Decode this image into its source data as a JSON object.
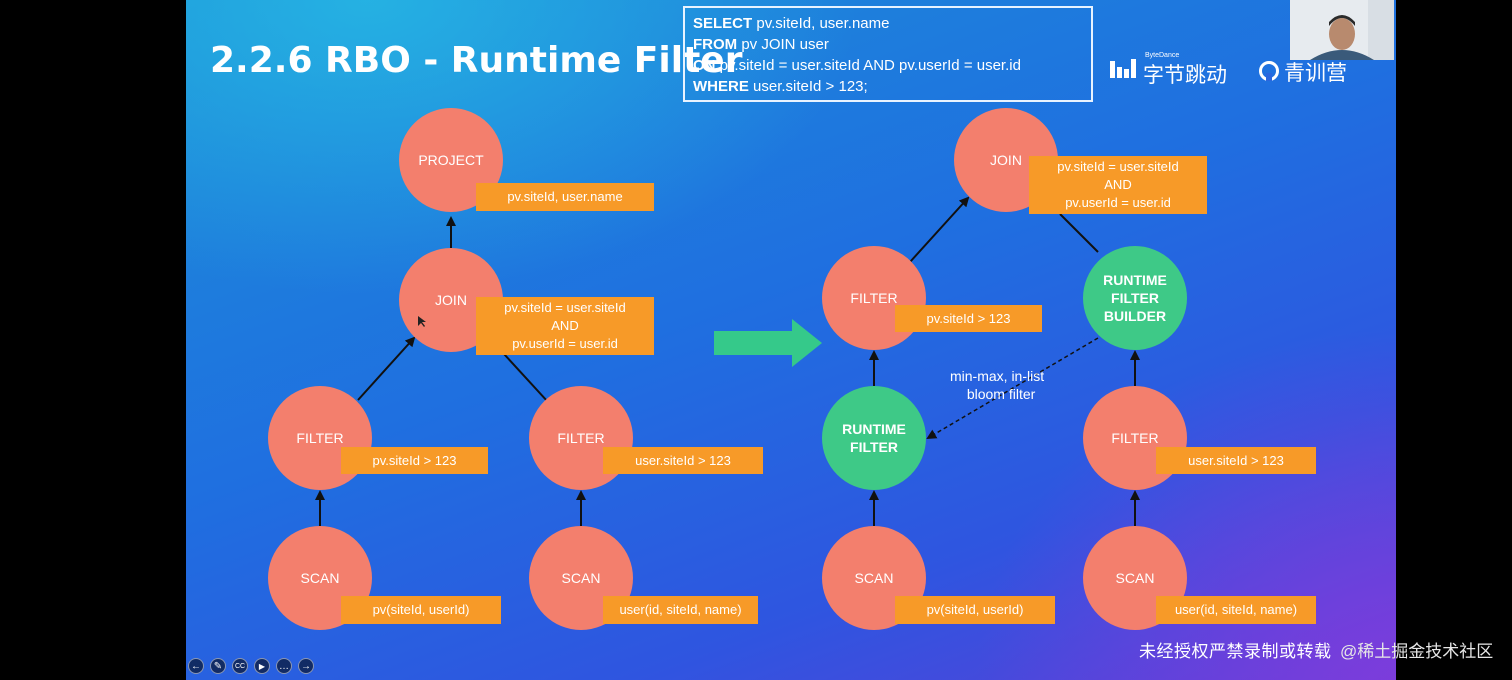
{
  "slide": {
    "title": "2.2.6 RBO - Runtime Filter",
    "sql": {
      "lines": [
        {
          "kw": "SELECT",
          "text": " pv.siteId, user.name"
        },
        {
          "kw": "FROM",
          "text": " pv JOIN user"
        },
        {
          "kw": "ON",
          "text": " pv.siteId = user.siteId AND pv.userId = user.id"
        },
        {
          "kw": "WHERE",
          "text": " user.siteId > 123;"
        }
      ]
    },
    "brand": {
      "bytedance_small": "ByteDance",
      "bytedance_name": "字节跳动",
      "camp_name": "青训营"
    },
    "watermark": "未经授权严禁录制或转载"
  },
  "left_plan": {
    "project": {
      "name": "PROJECT",
      "label": "pv.siteId, user.name"
    },
    "join": {
      "name": "JOIN",
      "label_lines": [
        "pv.siteId = user.siteId",
        "AND",
        "pv.userId = user.id"
      ]
    },
    "filter_pv": {
      "name": "FILTER",
      "label": "pv.siteId > 123"
    },
    "filter_user": {
      "name": "FILTER",
      "label": "user.siteId > 123"
    },
    "scan_pv": {
      "name": "SCAN",
      "label": "pv(siteId, userId)"
    },
    "scan_user": {
      "name": "SCAN",
      "label": "user(id, siteId, name)"
    }
  },
  "right_plan": {
    "join": {
      "name": "JOIN",
      "label_lines": [
        "pv.siteId = user.siteId",
        "AND",
        "pv.userId = user.id"
      ]
    },
    "filter_pv": {
      "name": "FILTER",
      "label": "pv.siteId > 123"
    },
    "builder": {
      "name_lines": [
        "RUNTIME",
        "FILTER",
        "BUILDER"
      ]
    },
    "runtime_filter": {
      "name_lines": [
        "RUNTIME",
        "FILTER"
      ]
    },
    "filter_user": {
      "name": "FILTER",
      "label": "user.siteId > 123"
    },
    "scan_pv": {
      "name": "SCAN",
      "label": "pv(siteId, userId)"
    },
    "scan_user": {
      "name": "SCAN",
      "label": "user(id, siteId, name)"
    },
    "note_lines": [
      "min-max, in-list",
      "bloom filter"
    ]
  },
  "player_toolbar": [
    {
      "icon": "back-icon",
      "glyph": "←"
    },
    {
      "icon": "pen-icon",
      "glyph": "✎"
    },
    {
      "icon": "captions-icon",
      "glyph": "CC"
    },
    {
      "icon": "video-icon",
      "glyph": "▶"
    },
    {
      "icon": "more-icon",
      "glyph": "…"
    },
    {
      "icon": "forward-icon",
      "glyph": "→"
    }
  ],
  "platform_watermark": "@稀土掘金技术社区",
  "colors": {
    "node_coral": "#f37f6d",
    "node_green": "#3ec987",
    "label_orange": "#f79a28",
    "arrow_green": "#35c98a"
  }
}
